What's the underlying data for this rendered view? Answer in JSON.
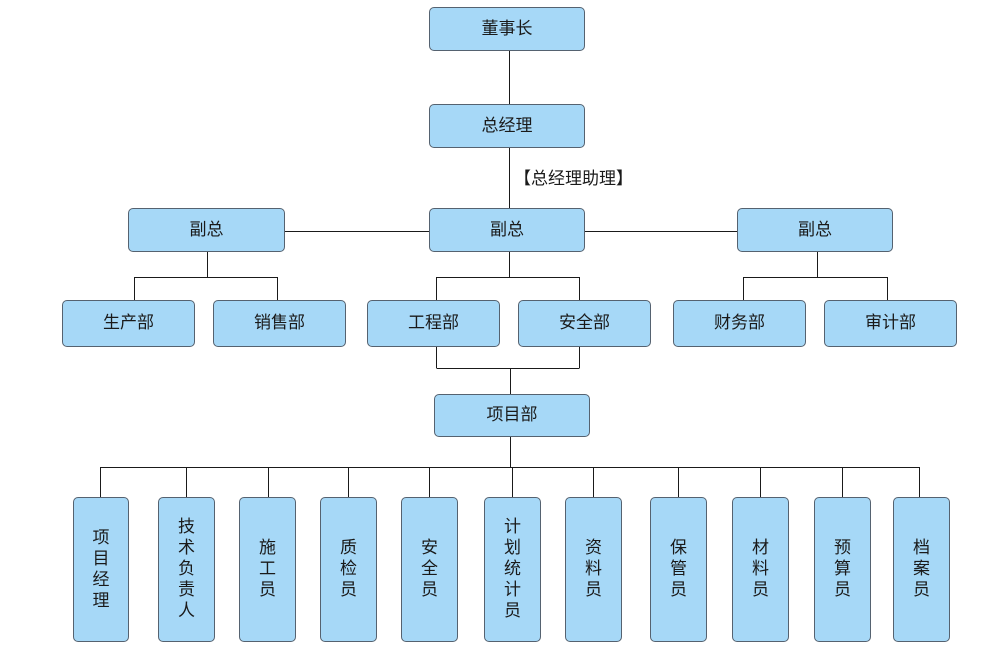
{
  "chairman": "董事长",
  "gm": "总经理",
  "gm_assistant": "【总经理助理】",
  "vps": {
    "left": "副总",
    "center": "副总",
    "right": "副总"
  },
  "departments": {
    "production": "生产部",
    "sales": "销售部",
    "engineering": "工程部",
    "safety": "安全部",
    "finance": "财务部",
    "audit": "审计部"
  },
  "project_dept": "项目部",
  "project_roles": [
    "项目经理",
    "技术负责人",
    "施工员",
    "质检员",
    "安全员",
    "计划统计员",
    "资料员",
    "保管员",
    "材料员",
    "预算员",
    "档案员"
  ],
  "colors": {
    "box_fill": "#a6d8f7",
    "box_border": "#556270",
    "connector": "#1a1a1a"
  }
}
